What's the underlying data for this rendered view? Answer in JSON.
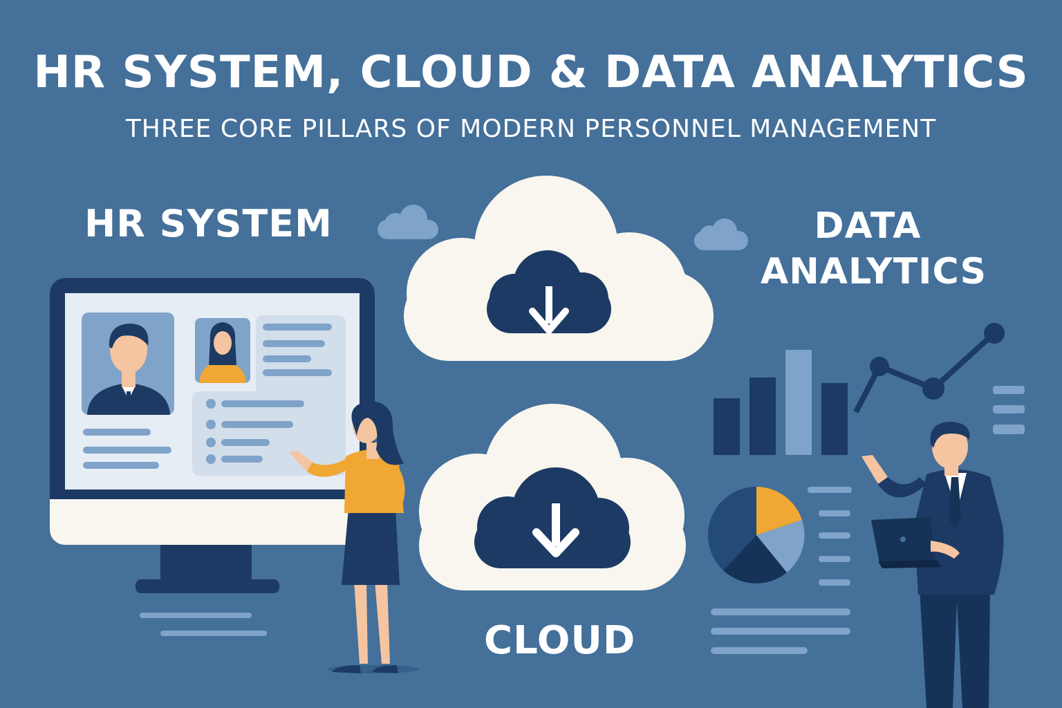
{
  "header": {
    "title": "HR SYSTEM, CLOUD & DATA ANALYTICS",
    "subtitle": "THREE CORE PILLARS OF MODERN PERSONNEL MANAGEMENT"
  },
  "pillars": {
    "hr_system": {
      "label": "HR SYSTEM"
    },
    "cloud": {
      "label": "CLOUD"
    },
    "data_analytics": {
      "label": "DATA ANALYTICS"
    }
  },
  "icons": [
    "monitor-icon",
    "cloud-download-icon",
    "bar-chart-icon",
    "line-chart-icon",
    "pie-chart-icon",
    "laptop-icon"
  ],
  "colors": {
    "background": "#44709a",
    "navy": "#1c3a63",
    "cloud_white": "#f8f6ee",
    "accent_orange": "#f0a733",
    "light_blue": "#7fa3c9",
    "screen_bg": "#e7edf5"
  }
}
